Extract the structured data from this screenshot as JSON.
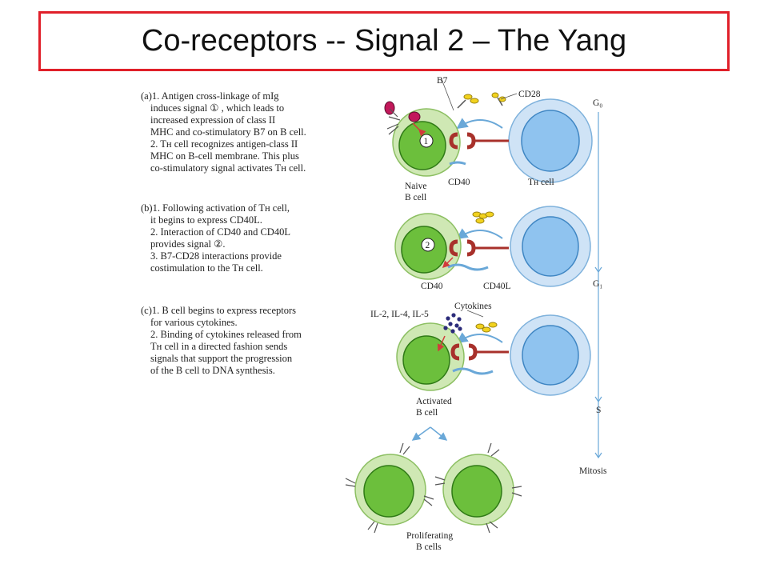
{
  "title": "Co-receptors -- Signal 2 – The Yang",
  "panel_a": {
    "lines": [
      "(a)1. Antigen cross-linkage of mIg",
      "induces signal ① , which leads to",
      "increased expression of class II",
      "MHC and co-stimulatory B7 on B cell.",
      "2. Tʜ cell recognizes antigen-class II",
      "MHC on B-cell membrane. This plus",
      "co-stimulatory signal activates Tʜ cell."
    ]
  },
  "panel_b": {
    "lines": [
      "(b)1. Following activation of Tʜ cell,",
      "it begins to express CD40L.",
      "2. Interaction of CD40 and CD40L",
      "provides signal ②.",
      "3. B7-CD28 interactions provide",
      "costimulation to the Tʜ cell."
    ]
  },
  "panel_c": {
    "lines": [
      "(c)1. B cell begins to express receptors",
      "for various cytokines.",
      "2. Binding of cytokines released from",
      "Tʜ cell in a directed fashion sends",
      "signals that support the progression",
      "of the B cell to DNA synthesis."
    ]
  },
  "labels": {
    "b7": "B7",
    "cd28": "CD28",
    "naive_1": "Naive",
    "naive_2": "B cell",
    "cd40_a": "CD40",
    "th_cell": "Tʜ cell",
    "cd40_b": "CD40",
    "cd40l": "CD40L",
    "il": "IL-2, IL-4, IL-5",
    "cytokines": "Cytokines",
    "activated_1": "Activated",
    "activated_2": "B cell",
    "prolif_1": "Proliferating",
    "prolif_2": "B cells",
    "signal_1": "1",
    "signal_2": "2"
  },
  "cell_cycle": {
    "phases": [
      "G₀",
      "G₁",
      "S",
      "Mitosis"
    ]
  },
  "colors": {
    "title_border": "#e0202a",
    "b_cell_outer": "#cfe8b4",
    "b_cell_nucleus": "#6cbf3c",
    "t_cell_outer": "#cfe3f6",
    "t_cell_nucleus": "#8fc3ef",
    "mhc": "#a8312b",
    "b7": "#f2d21e",
    "antigen": "#c2185b",
    "cytokine": "#2b2b7a"
  }
}
